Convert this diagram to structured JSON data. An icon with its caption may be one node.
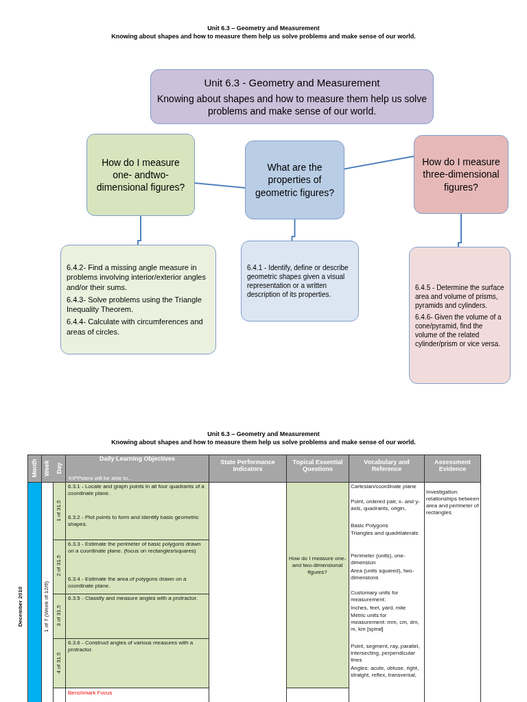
{
  "diagram": {
    "title": "Unit 6.3 – Geometry and Measurement",
    "nodes": [
      {
        "text": [
          "Unit 6.3 - Geometry and Measurement",
          "Knowing about shapes and how to measure them help us solve problems and make sense of our world."
        ]
      },
      {
        "text": [
          "How do I measure one- andtwo-dimensional figures?"
        ]
      },
      {
        "text": [
          "What are the properties of geometric figures?"
        ]
      },
      {
        "text": [
          "How do I measure three-dimensional figures?"
        ]
      },
      {
        "text": [
          "6.4.2- Find a missing angle measure in problems involving interior/exterior angles and/or their sums.",
          "6.4.3- Solve problems using the Triangle Inequality Theorem.",
          "6.4.4- Calculate with circumferences and areas of circles."
        ]
      },
      {
        "text": [
          "6.4.1 - Identify, define or describe geometric shapes given a visual representation or a written description of its properties."
        ]
      },
      {
        "text": [
          "6.4.5 - Determine the surface area and volume of prisms, pyramids and cylinders.",
          "6.4.6- Given the volume of a cone/pyramid, find the volume of the related cylinder/prism or vice versa."
        ]
      }
    ],
    "edges": [
      {
        "from": 1,
        "to": 2,
        "arrow": "none"
      },
      {
        "from": 2,
        "to": 3,
        "arrow": "none"
      },
      {
        "from": 1,
        "to": 4,
        "arrow": "none"
      },
      {
        "from": 2,
        "to": 5,
        "arrow": "none"
      },
      {
        "from": 3,
        "to": 6,
        "arrow": "none"
      }
    ],
    "labels": [
      "Knowing about shapes and how to measure them help us solve problems and make sense of our world.",
      "Unit 6.3 – Geometry and Measurement",
      "Knowing about shapes and how to measure them help us solve problems and make sense of our world.",
      "Month",
      "Week",
      "Day",
      "Daily Learning Objectives",
      "KIPPsters will be able to..",
      "State Performance Indicators",
      "Topical Essential Questions",
      "Vocabulary and Reference",
      "Assessment Evidence",
      "6.3.1 - Locate and graph points in all four quadrants of a coordinate plane.",
      "6.3.2 - Plot points to form and identify basic geometric shapes.",
      "6.3.3 - Estimate the perimeter of basic polygons drawn on a coordinate plane. (focus on rectangles/squares)",
      "6.3.4 - Estimate the area of polygons drawn on a coordinate plane.",
      "6.3.5 - Classify and measure angles with a protractor.",
      "6.3.6 - Construct angles of various measures with a protractor.",
      "Benchmark Focus",
      "December 2010",
      "1 of 7 (Week of 12/6)",
      "1 of 31.5",
      "2 of 31.5",
      "3 of 31.5",
      "4 of 31.5",
      "How do I measure one- and two-dimensional figures?",
      "Cartesian/coordinate plane",
      "Point, ordered pair, x- and y- axis, quadrants, origin,",
      "Basic Polygons",
      "Triangles and quadrilaterals",
      "Perimeter (units), one-dimension",
      "Area (units squared), two-dimensions",
      "Customary units for measurement:",
      "Inches, feet, yard, mile",
      "Metric units for measurement: mm, cm, dm, m, km [spiral]",
      "Point, segment, ray, parallel, intersecting, perpendicular lines",
      "Angles: acute, obtuse, right, straight, reflex, transversal,",
      "Investigation: relationships between area and perimeter of rectangles"
    ]
  }
}
